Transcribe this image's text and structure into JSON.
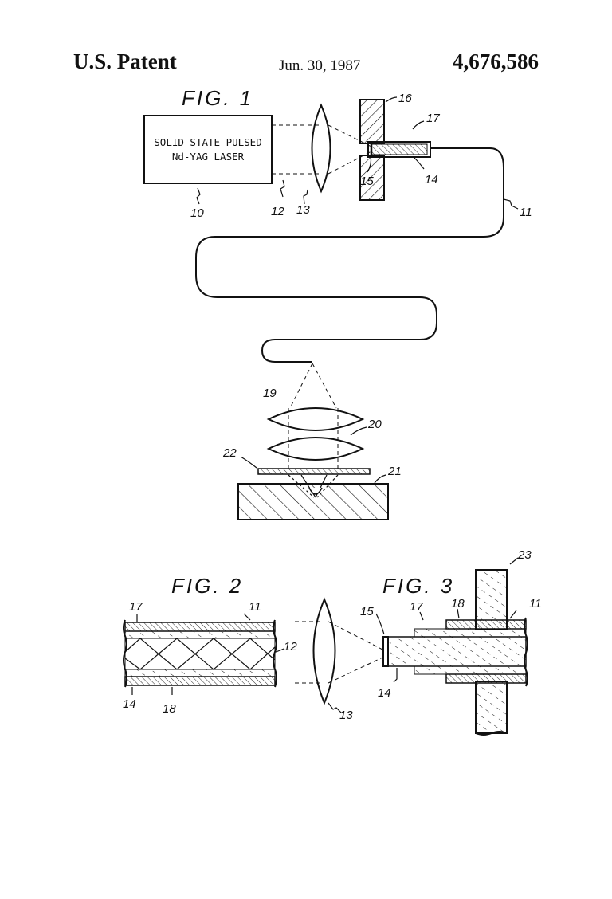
{
  "header": {
    "left": "U.S. Patent",
    "date": "Jun. 30, 1987",
    "number": "4,676,586"
  },
  "figures": {
    "fig1": "FIG. 1",
    "fig2": "FIG. 2",
    "fig3": "FIG. 3"
  },
  "laser_box": {
    "line1": "SOLID STATE PULSED",
    "line2": "Nd-YAG LASER"
  },
  "refs": {
    "r10": "10",
    "r11": "11",
    "r12": "12",
    "r13": "13",
    "r14": "14",
    "r15": "15",
    "r16": "16",
    "r17": "17",
    "r19": "19",
    "r20": "20",
    "r21": "21",
    "r22": "22",
    "f2_17": "17",
    "f2_11": "11",
    "f2_12": "12",
    "f2_14": "14",
    "f2_18": "18",
    "f2_13": "13",
    "f3_15": "15",
    "f3_17": "17",
    "f3_18": "18",
    "f3_11": "11",
    "f3_23": "23",
    "f3_14": "14"
  },
  "colors": {
    "ink": "#111111",
    "paper": "#ffffff"
  }
}
